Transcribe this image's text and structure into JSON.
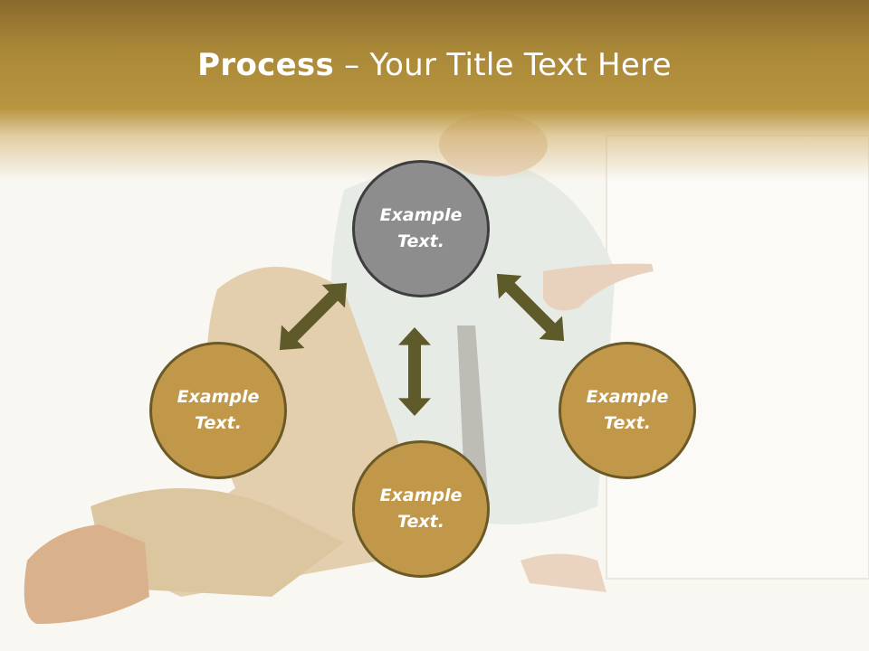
{
  "title": {
    "bold": "Process",
    "rest": " – Your Title Text Here"
  },
  "nodes": {
    "top": {
      "line1": "Example",
      "line2": "Text."
    },
    "left": {
      "line1": "Example",
      "line2": "Text."
    },
    "right": {
      "line1": "Example",
      "line2": "Text."
    },
    "bottom": {
      "line1": "Example",
      "line2": "Text."
    }
  },
  "colors": {
    "header": "#a98838",
    "center_node": "#8d8d8d",
    "outer_node": "#c1984a",
    "arrow": "#5f5a2a"
  },
  "icons": [
    "double-arrow-icon"
  ]
}
